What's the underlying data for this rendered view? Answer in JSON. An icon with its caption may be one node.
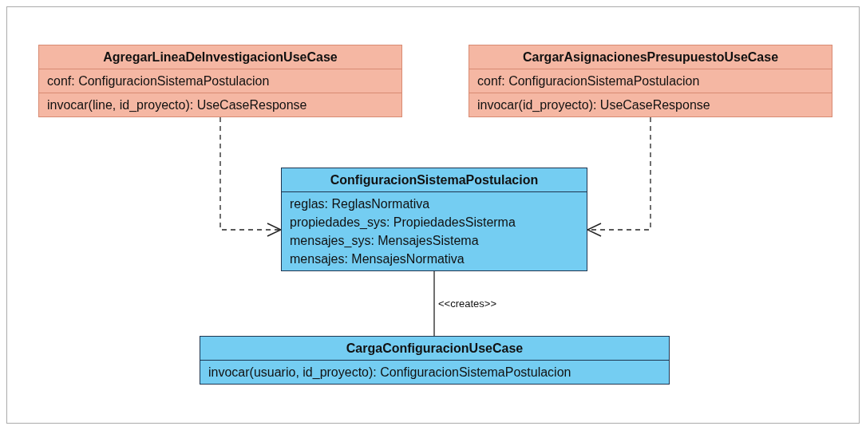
{
  "diagram": {
    "nodes": [
      {
        "text": [
          "AgregarLineaDeInvestigacionUseCase",
          "conf: ConfiguracionSistemaPostulacion",
          "invocar(line, id_proyecto): UseCaseResponse"
        ]
      },
      {
        "text": [
          "CargarAsignacionesPresupuestoUseCase",
          "conf: ConfiguracionSistemaPostulacion",
          "invocar(id_proyecto): UseCaseResponse"
        ]
      },
      {
        "text": [
          "ConfiguracionSistemaPostulacion",
          "reglas: ReglasNormativa",
          "propiedades_sys: PropiedadesSisterma",
          "mensajes_sys: MensajesSistema",
          "mensajes: MensajesNormativa"
        ]
      },
      {
        "text": [
          "CargaConfiguracionUseCase",
          "invocar(usuario, id_proyecto): ConfiguracionSistemaPostulacion"
        ]
      }
    ],
    "edges": [
      {
        "from": 0,
        "to": 2,
        "arrow": "to",
        "style": "dashed"
      },
      {
        "from": 1,
        "to": 2,
        "arrow": "to",
        "style": "dashed"
      },
      {
        "from": 2,
        "to": 3,
        "arrow": "none",
        "label": "<<creates>>"
      }
    ]
  }
}
